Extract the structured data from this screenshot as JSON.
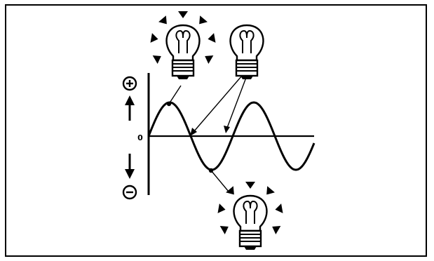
{
  "diagram": {
    "origin_label": "0",
    "positive_symbol": "+",
    "negative_symbol": "−",
    "bulbs": [
      {
        "name": "bulb-positive-peak",
        "state": "lit"
      },
      {
        "name": "bulb-zero-crossing",
        "state": "unlit"
      },
      {
        "name": "bulb-negative-peak",
        "state": "lit"
      }
    ]
  },
  "colors": {
    "ink": "#000000",
    "background": "#ffffff"
  }
}
